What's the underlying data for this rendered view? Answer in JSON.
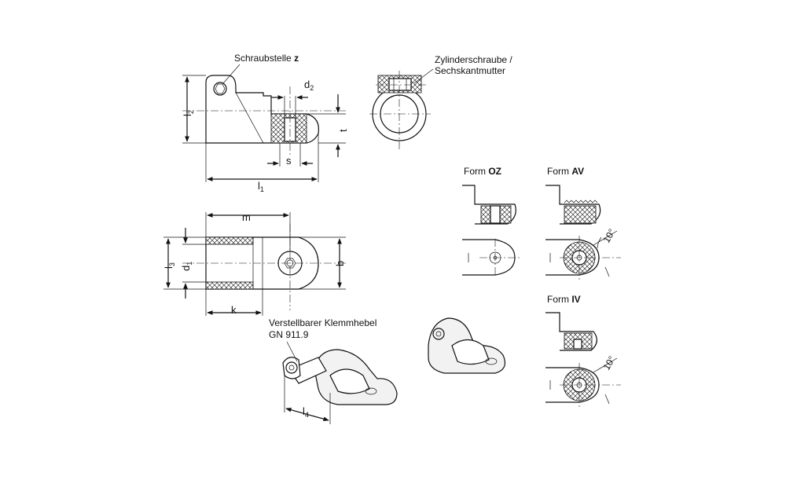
{
  "labels": {
    "schraubstelle": "Schraubstelle",
    "schraubstelle_z": "z",
    "zylinderschraube": "Zylinderschraube /",
    "sechskantmutter": "Sechskantmutter",
    "form_prefix": "Form",
    "form_oz": "OZ",
    "form_av": "AV",
    "form_iv": "IV",
    "verstellbarer": "Verstellbarer Klemmhebel",
    "gn": "GN 911.9",
    "angle_av": "10°",
    "angle_iv": "10°"
  },
  "dims": {
    "l": "l",
    "l1_sub": "1",
    "l2_sub": "2",
    "l3_sub": "3",
    "l4_sub": "4",
    "d": "d",
    "d1_sub": "1",
    "d2_sub": "2",
    "s": "s",
    "t": "t",
    "m": "m",
    "k": "k",
    "b": "b"
  },
  "colors": {
    "line": "#111111",
    "fill": "#ffffff",
    "hatch": "#111111"
  }
}
